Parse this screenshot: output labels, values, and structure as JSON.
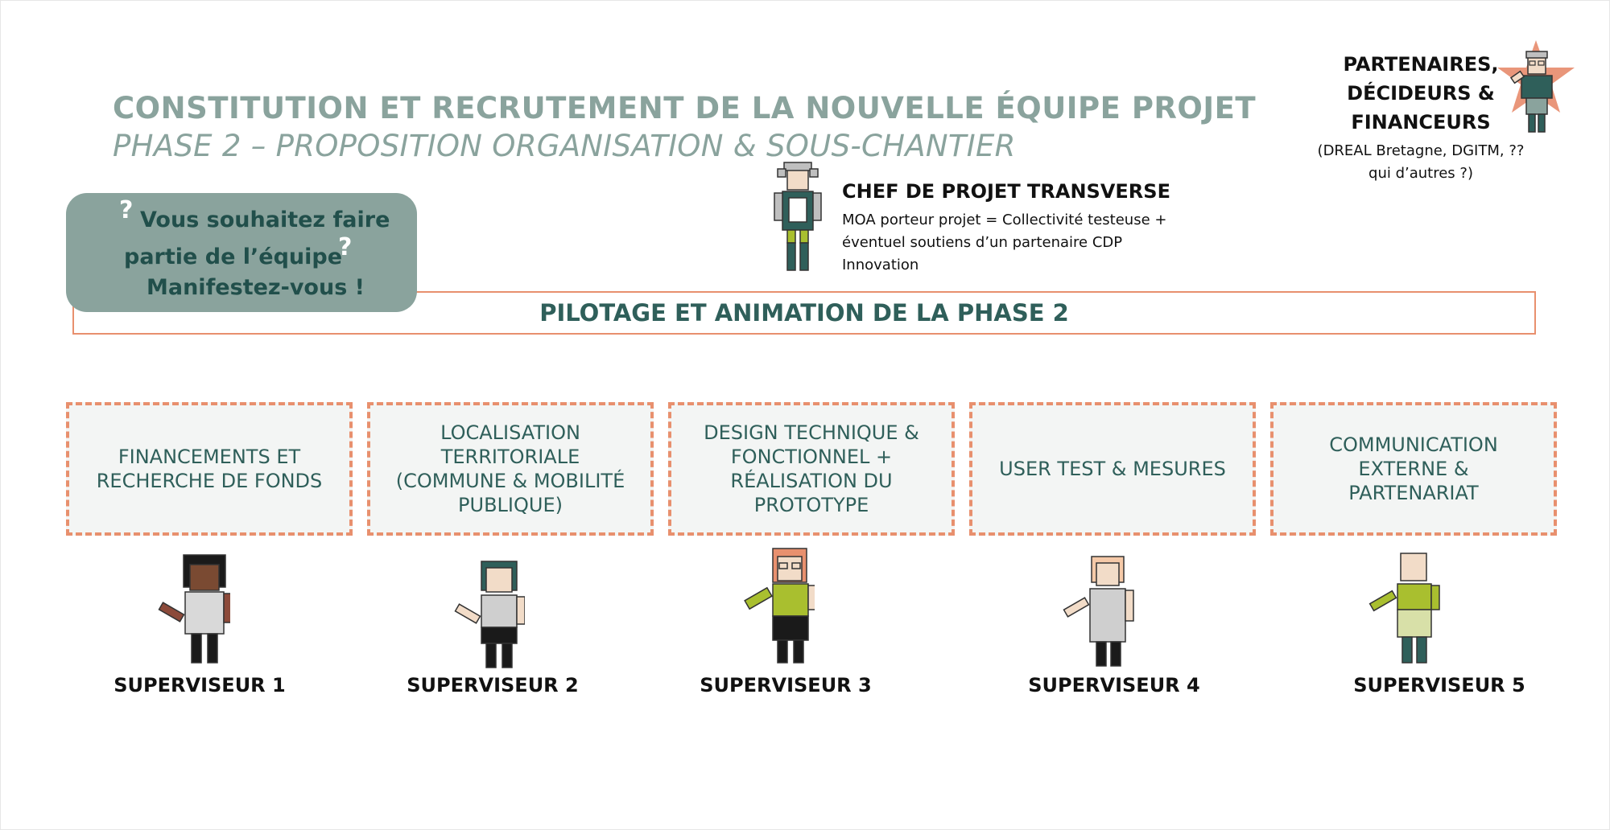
{
  "header": {
    "title": "CONSTITUTION ET RECRUTEMENT DE LA NOUVELLE ÉQUIPE PROJET",
    "subtitle": "PHASE 2 – PROPOSITION ORGANISATION & SOUS-CHANTIER"
  },
  "partners": {
    "title_lines": [
      "PARTENAIRES,",
      "DÉCIDEURS &",
      "FINANCEURS"
    ],
    "subtitle_lines": [
      "(DREAL Bretagne, DGITM, ??",
      "qui d’autres ?)"
    ]
  },
  "chef": {
    "title": "CHEF DE PROJET TRANSVERSE",
    "desc_lines": [
      "MOA porteur projet = Collectivité testeuse +",
      "éventuel soutiens d’un partenaire CDP",
      "Innovation"
    ]
  },
  "bubble": {
    "lines": [
      "Vous souhaitez faire",
      "partie de l’équipe",
      "Manifestez-vous !"
    ],
    "question_mark": "?"
  },
  "pilotage": "PILOTAGE ET ANIMATION DE LA PHASE 2",
  "subprojects": [
    "FINANCEMENTS ET\nRECHERCHE DE FONDS",
    "LOCALISATION\nTERRITORIALE\n(COMMUNE & MOBILITÉ\nPUBLIQUE)",
    "DESIGN TECHNIQUE &\nFONCTIONNEL +\nRÉALISATION DU\nPROTOTYPE",
    "USER TEST & MESURES",
    "COMMUNICATION\nEXTERNE  &\nPARTENARIAT"
  ],
  "supervisors": [
    "SUPERVISEUR 1",
    "SUPERVISEUR 2",
    "SUPERVISEUR 3",
    "SUPERVISEUR 4",
    "SUPERVISEUR 5"
  ],
  "colors": {
    "sage": "#8aa39d",
    "dark_teal": "#2f5f5a",
    "orange_dash": "#e8906e",
    "star": "#e9967a"
  }
}
